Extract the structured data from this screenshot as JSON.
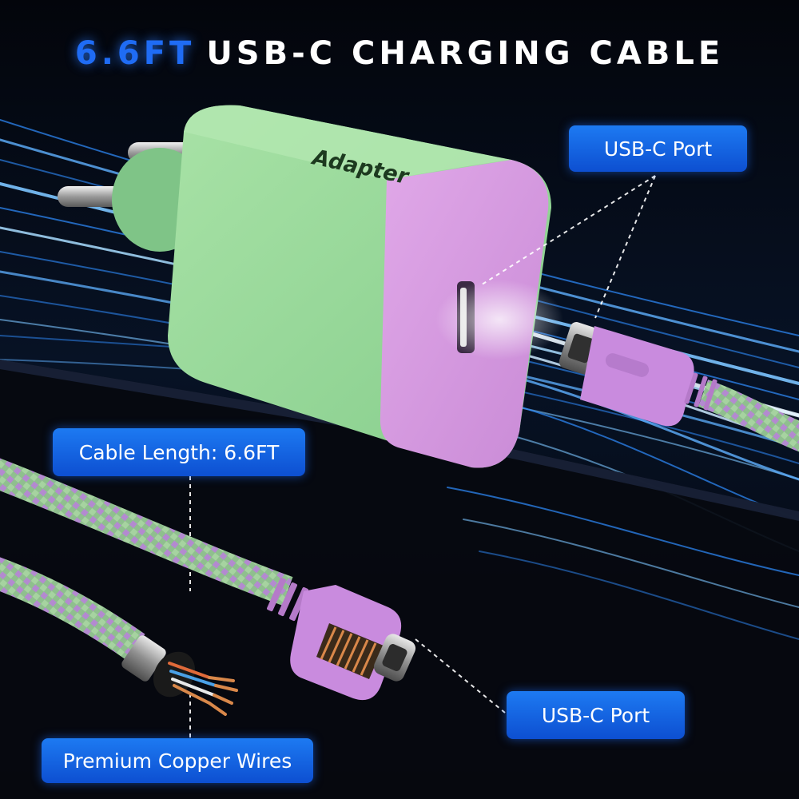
{
  "headline": {
    "accent": "6.6FT",
    "rest": "USB-C CHARGING CABLE"
  },
  "adapter_label": "Adapter",
  "callouts": {
    "port_top": "USB-C Port",
    "cable_length": "Cable Length: 6.6FT",
    "port_bottom": "USB-C Port",
    "copper": "Premium Copper Wires"
  },
  "colors": {
    "adapter_green": "#98d99a",
    "adapter_face_purple": "#d79be0",
    "connector_purple": "#c98bde",
    "callout_blue": "#1565e8",
    "light_trail_blue": "#2f8dff",
    "copper": "#d9884a"
  }
}
